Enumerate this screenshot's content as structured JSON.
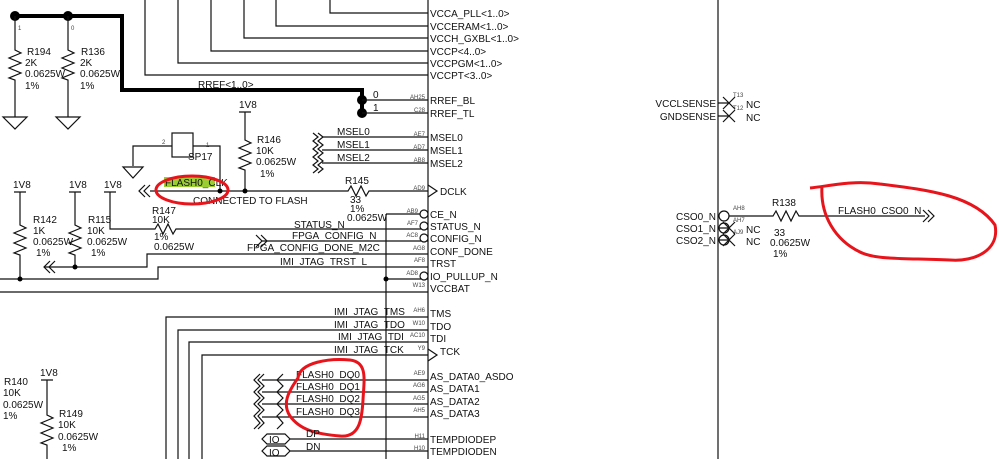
{
  "chip_left_pins": [
    {
      "name": "VCCA_PLL<1..0>",
      "pin": ""
    },
    {
      "name": "VCCERAM<1..0>",
      "pin": ""
    },
    {
      "name": "VCCH_GXBL<1..0>",
      "pin": ""
    },
    {
      "name": "VCCP<4..0>",
      "pin": ""
    },
    {
      "name": "VCCPGM<1..0>",
      "pin": ""
    },
    {
      "name": "VCCPT<3..0>",
      "pin": ""
    },
    {
      "name": "RREF_BL",
      "pin": "AH25"
    },
    {
      "name": "RREF_TL",
      "pin": "C28"
    },
    {
      "name": "MSEL0",
      "pin": "AE7"
    },
    {
      "name": "MSEL1",
      "pin": "AD7"
    },
    {
      "name": "MSEL2",
      "pin": "AB8"
    },
    {
      "name": "DCLK",
      "pin": "AD9"
    },
    {
      "name": "CE_N",
      "pin": "AB9"
    },
    {
      "name": "STATUS_N",
      "pin": "AF7"
    },
    {
      "name": "CONFIG_N",
      "pin": "AC8"
    },
    {
      "name": "CONF_DONE",
      "pin": "AG8"
    },
    {
      "name": "TRST",
      "pin": "AF8"
    },
    {
      "name": "IO_PULLUP_N",
      "pin": "AD8"
    },
    {
      "name": "VCCBAT",
      "pin": "W13"
    },
    {
      "name": "TMS",
      "pin": "AH6"
    },
    {
      "name": "TDO",
      "pin": "W10"
    },
    {
      "name": "TDI",
      "pin": "AC10"
    },
    {
      "name": "TCK",
      "pin": "Y9"
    },
    {
      "name": "AS_DATA0_ASDO",
      "pin": "AE9"
    },
    {
      "name": "AS_DATA1",
      "pin": "AG6"
    },
    {
      "name": "AS_DATA2",
      "pin": "AG5"
    },
    {
      "name": "AS_DATA3",
      "pin": "AH5"
    },
    {
      "name": "TEMPDIODEP",
      "pin": "H11"
    },
    {
      "name": "TEMPDIODEN",
      "pin": "H10"
    }
  ],
  "chip_right_pins": [
    {
      "name": "VCCLSENSE",
      "pin": "T13",
      "nc": "NC"
    },
    {
      "name": "GNDSENSE",
      "pin": "T12",
      "nc": "NC"
    },
    {
      "name": "CSO0_N",
      "pin": "AH8",
      "nc": ""
    },
    {
      "name": "CSO1_N",
      "pin": "AH7",
      "nc": "NC"
    },
    {
      "name": "CSO2_N",
      "pin": "AJ9",
      "nc": "NC"
    }
  ],
  "nets": {
    "rref_bus": "RREF<1..0>",
    "rref_bit0": "0",
    "rref_bit1": "1",
    "msel0": "MSEL0",
    "msel1": "MSEL1",
    "msel2": "MSEL2",
    "flash_clk": "FLASH0_CLK",
    "connected_note": "CONNECTED TO FLASH",
    "status_n": "STATUS_N",
    "fpga_config_n": "FPGA_CONFIG_N",
    "fpga_config_done": "FPGA_CONFIG_DONE_M2C",
    "jtag_trst": "IMI_JTAG_TRST_L",
    "jtag_tms": "IMI_JTAG_TMS",
    "jtag_tdo": "IMI_JTAG_TDO",
    "jtag_tdi": "IMI_JTAG_TDI",
    "jtag_tck": "IMI_JTAG_TCK",
    "dq0": "FLASH0_DQ0",
    "dq1": "FLASH0_DQ1",
    "dq2": "FLASH0_DQ2",
    "dq3": "FLASH0_DQ3",
    "dp": "DP",
    "dn": "DN",
    "io": "IO",
    "flash_cso": "FLASH0_CSO0_N"
  },
  "power": "1V8",
  "resistors": {
    "r194": {
      "ref": "R194",
      "value": "2K",
      "power": "0.0625W",
      "tol": "1%",
      "pin": "1"
    },
    "r136": {
      "ref": "R136",
      "value": "2K",
      "power": "0.0625W",
      "tol": "1%",
      "pin": "0"
    },
    "r146": {
      "ref": "R146",
      "value": "10K",
      "power": "0.0625W",
      "tol": "1%"
    },
    "r145": {
      "ref": "R145",
      "value": "33",
      "power": "0.0625W",
      "tol": "1%"
    },
    "r142": {
      "ref": "R142",
      "value": "1K",
      "power": "0.0625W",
      "tol": "1%"
    },
    "r115": {
      "ref": "R115",
      "value": "10K",
      "power": "0.0625W",
      "tol": "1%"
    },
    "r147": {
      "ref": "R147",
      "value": "10K",
      "power": "0.0625W",
      "tol": "1%"
    },
    "r140": {
      "ref": "R140",
      "value": "10K",
      "power": "0.0625W",
      "tol": "1%"
    },
    "r149": {
      "ref": "R149",
      "value": "10K",
      "power": "0.0625W",
      "tol": "1%"
    },
    "r138": {
      "ref": "R138",
      "value": "33",
      "power": "0.0625W",
      "tol": "1%"
    }
  },
  "sp17": {
    "ref": "SP17",
    "pin1": "1",
    "pin2": "2"
  },
  "colors": {
    "highlight": "#9acd32",
    "annotation": "#e8141b"
  }
}
